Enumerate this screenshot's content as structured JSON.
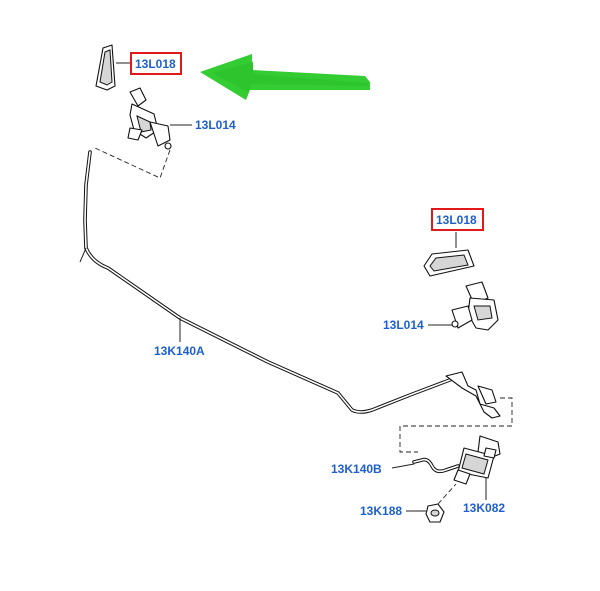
{
  "labels": {
    "cap_top": "13L018",
    "jet_top": "13L014",
    "hose_main": "13K140A",
    "cap_right": "13L018",
    "jet_right": "13L014",
    "hose_b": "13K140B",
    "nut": "13K188",
    "pump": "13K082"
  },
  "colors": {
    "label": "#1e5fd0",
    "highlight": "#e01a1a",
    "arrow": "#33cc33"
  },
  "highlighted": [
    "cap_top",
    "cap_right"
  ]
}
